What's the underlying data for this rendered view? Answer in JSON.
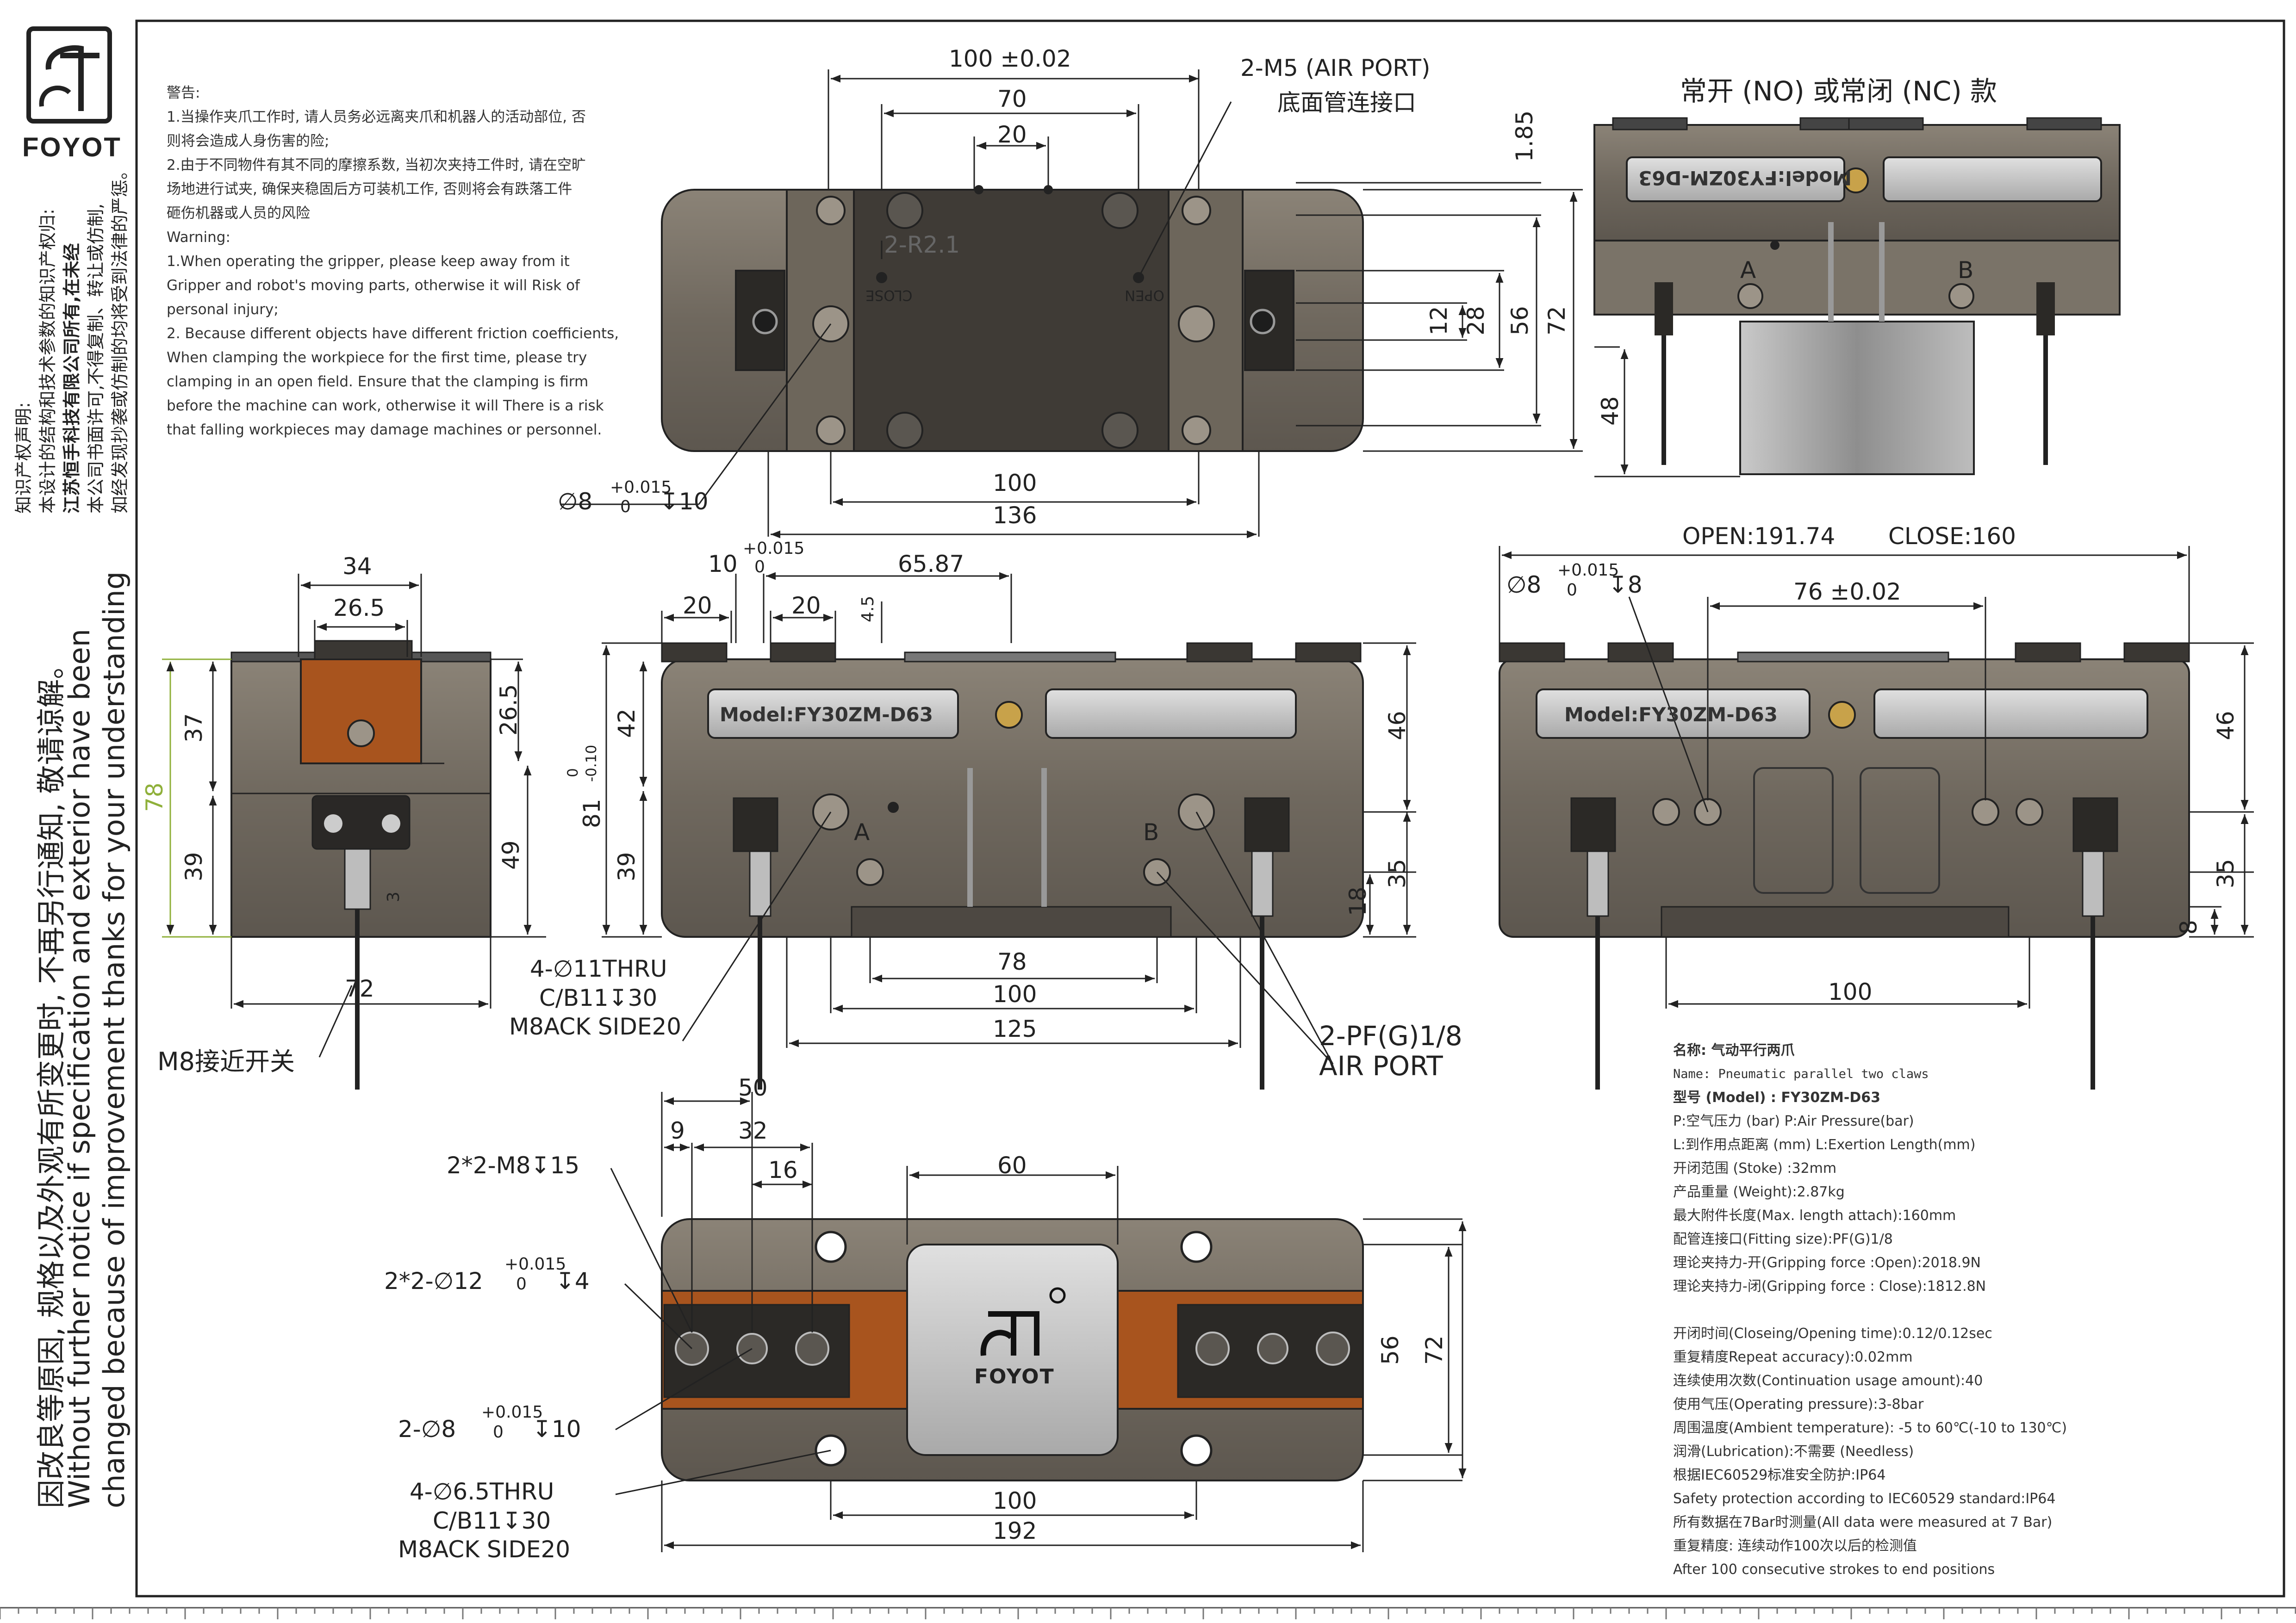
{
  "brand": {
    "name": "FOYOT"
  },
  "copyright": {
    "line1": "知识产权声明:",
    "line2": "本设计的结构和技术参数的知识产权归:",
    "line3": "江苏恒手科技有限公司所有,在未经",
    "line4": "本公司书面许可,不得复制、转让或仿制,",
    "line5": "如经发现抄袭或仿制的均将受到法律的严惩。"
  },
  "notice": {
    "cn": "因改良等原因, 规格以及外观有所变更时, 不再另行通知, 敬请谅解。",
    "en1": "Without further notice if specification and exterior have been",
    "en2": "changed because of improvement thanks for your understanding"
  },
  "warning": {
    "title": "警告:",
    "cn1a": "1.当操作夹爪工作时, 请人员务必远离夹爪和机器人的活动部位, 否",
    "cn1b": "则将会造成人身伤害的险;",
    "cn2a": "2.由于不同物件有其不同的摩擦系数, 当初次夹持工件时, 请在空旷",
    "cn2b": "场地进行试夹, 确保夹稳固后方可装机工作, 否则将会有跌落工件",
    "cn2c": "砸伤机器或人员的风险",
    "en_title": "Warning:",
    "en1a": "1.When operating the gripper, please keep away from it",
    "en1b": "Gripper and robot's moving parts, otherwise it will Risk of",
    "en1c": "personal injury;",
    "en2a": "2. Because different objects have different friction coefficients,",
    "en2b": "When clamping the workpiece for the first time, please try",
    "en2c": "clamping in an open field. Ensure that the clamping is firm",
    "en2d": "before the machine can work, otherwise it will There is a risk",
    "en2e": "that falling workpieces may damage machines or personnel."
  },
  "top_view": {
    "d100": "100 ±0.02",
    "d70": "70",
    "d20": "20",
    "r21": "2-R2.1",
    "m5_1": "2-M5 (AIR PORT)",
    "m5_2": "底面管连接口",
    "d185": "1.85",
    "d12": "12",
    "d28": "28",
    "d56": "56",
    "d72": "72",
    "b100": "100",
    "b136": "136",
    "pin_dia": "∅8",
    "pin_tol_up": "+0.015",
    "pin_tol_lo": "0",
    "pin_depth": "↧10",
    "close": "CLOSE",
    "open": "OPEN"
  },
  "nc_view": {
    "title": "常开 (NO) 或常闭 (NC) 款",
    "a": "A",
    "b": "B",
    "d48": "48",
    "plate": "Model:FY30ZM-D63"
  },
  "side_view": {
    "d34": "34",
    "d265t": "26.5",
    "d37": "37",
    "d39": "39",
    "d78": "78",
    "d265r": "26.5",
    "d49": "49",
    "d3": "3",
    "d72": "72",
    "sensor": "M8接近开关"
  },
  "front_view": {
    "d10": "10",
    "tol_up": "+0.015",
    "tol_lo": "0",
    "d6587": "65.87",
    "d20a": "20",
    "d20b": "20",
    "d45": "4.5",
    "d42": "42",
    "d81": "81",
    "d81tol_a": "0",
    "d81tol_b": "-0.10",
    "d39": "39",
    "d46": "46",
    "d35": "35",
    "d18": "18",
    "d78": "78",
    "d100": "100",
    "d125": "125",
    "a": "A",
    "b": "B",
    "model": "Model:FY30ZM-D63",
    "thru1": "4-∅11THRU",
    "thru2": "C/B11↧30",
    "thru3": "M8ACK SIDE20",
    "pf1": "2-PF(G)1/8",
    "pf2": "AIR PORT"
  },
  "open_view": {
    "open": "OPEN:191.74",
    "close": "CLOSE:160",
    "pin": "∅8",
    "tol_up": "+0.015",
    "tol_lo": "0",
    "depth": "↧8",
    "d76": "76 ±0.02",
    "d46": "46",
    "d35": "35",
    "d8": "8",
    "d100": "100",
    "model": "Model:FY30ZM-D63"
  },
  "bottom_view": {
    "d50": "50",
    "d9": "9",
    "d32": "32",
    "d16": "16",
    "d60": "60",
    "m8": "2*2-M8↧15",
    "d12": "2*2-∅12",
    "d12tol_up": "+0.015",
    "d12tol_lo": "0",
    "d12dep": "↧4",
    "d8": "2-∅8",
    "d8tol_up": "+0.015",
    "d8tol_lo": "0",
    "d8dep": "↧10",
    "t1": "4-∅6.5THRU",
    "t2": "C/B11↧30",
    "t3": "M8ACK SIDE20",
    "d56": "56",
    "d72": "72",
    "d100": "100",
    "d192": "192",
    "logo_text": "FOYOT"
  },
  "specs": {
    "l1": "名称: 气动平行两爪",
    "l2": "Name: Pneumatic parallel two claws",
    "l3": "型号 (Model) : FY30ZM-D63",
    "l4": "P:空气压力 (bar) P:Air Pressure(bar)",
    "l5": "L:到作用点距离 (mm) L:Exertion Length(mm)",
    "l6": "开闭范围 (Stoke) :32mm",
    "l7": "产品重量 (Weight):2.87kg",
    "l8": "最大附件长度(Max. length attach):160mm",
    "l9": "配管连接口(Fitting size):PF(G)1/8",
    "l10": "理论夹持力-开(Gripping force :Open):2018.9N",
    "l11": "理论夹持力-闭(Gripping force : Close):1812.8N",
    "l12": "开闭时间(Closeing/Opening time):0.12/0.12sec",
    "l13": "重复精度Repeat accuracy):0.02mm",
    "l14": "连续使用次数(Continuation usage amount):40",
    "l15": "使用气压(Operating pressure):3-8bar",
    "l16": "周围温度(Ambient temperature): -5 to 60℃(-10 to 130℃)",
    "l17": "润滑(Lubrication):不需要 (Needless)",
    "l18": "根据IEC60529标准安全防护:IP64",
    "l19": "Safety protection according to IEC60529 standard:IP64",
    "l20": "所有数据在7Bar时测量(All data were measured at 7 Bar)",
    "l21": "重复精度: 连续动作100次以后的检测值",
    "l22": "After 100 consecutive strokes to end positions"
  },
  "colors": {
    "body": "#7a7266",
    "body_dark": "#3e3a34",
    "copper": "#a8541e",
    "line": "#222222",
    "dim_green": "#8fb03a"
  }
}
